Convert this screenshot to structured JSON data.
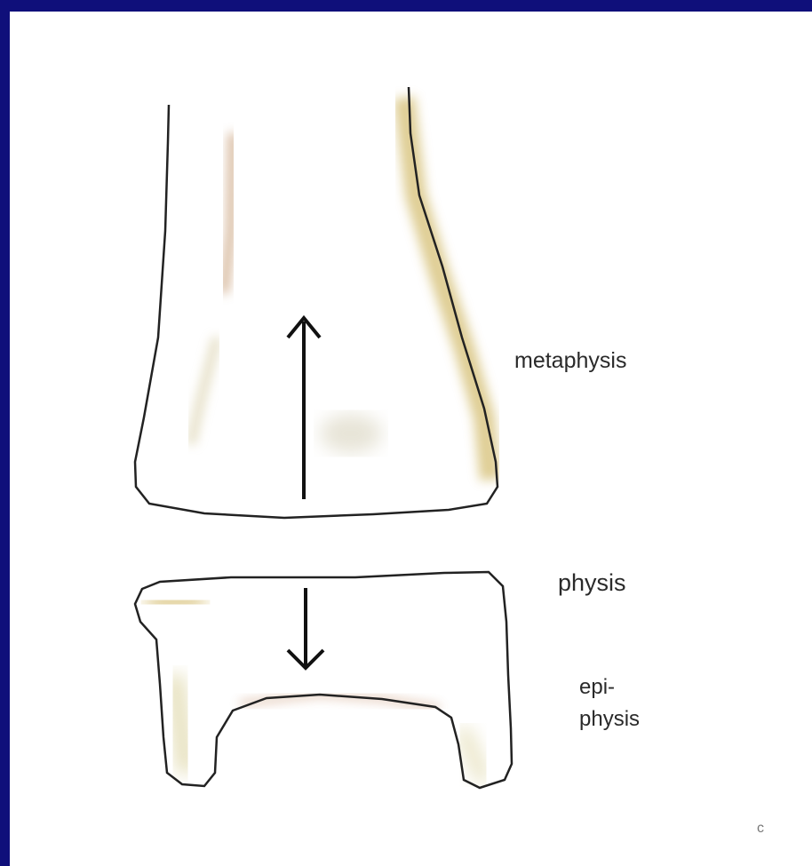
{
  "labels": {
    "metaphysis": "metaphysis",
    "physis": "physis",
    "epiphysis_line1": "epi-",
    "epiphysis_line2": "physis",
    "corner_mark": "c"
  },
  "colors": {
    "border": "#0f0f7a",
    "background": "#ffffff",
    "outline": "#222222",
    "bone_shading": "#e6d9a4",
    "bone_shading_red": "#c08a6a"
  }
}
